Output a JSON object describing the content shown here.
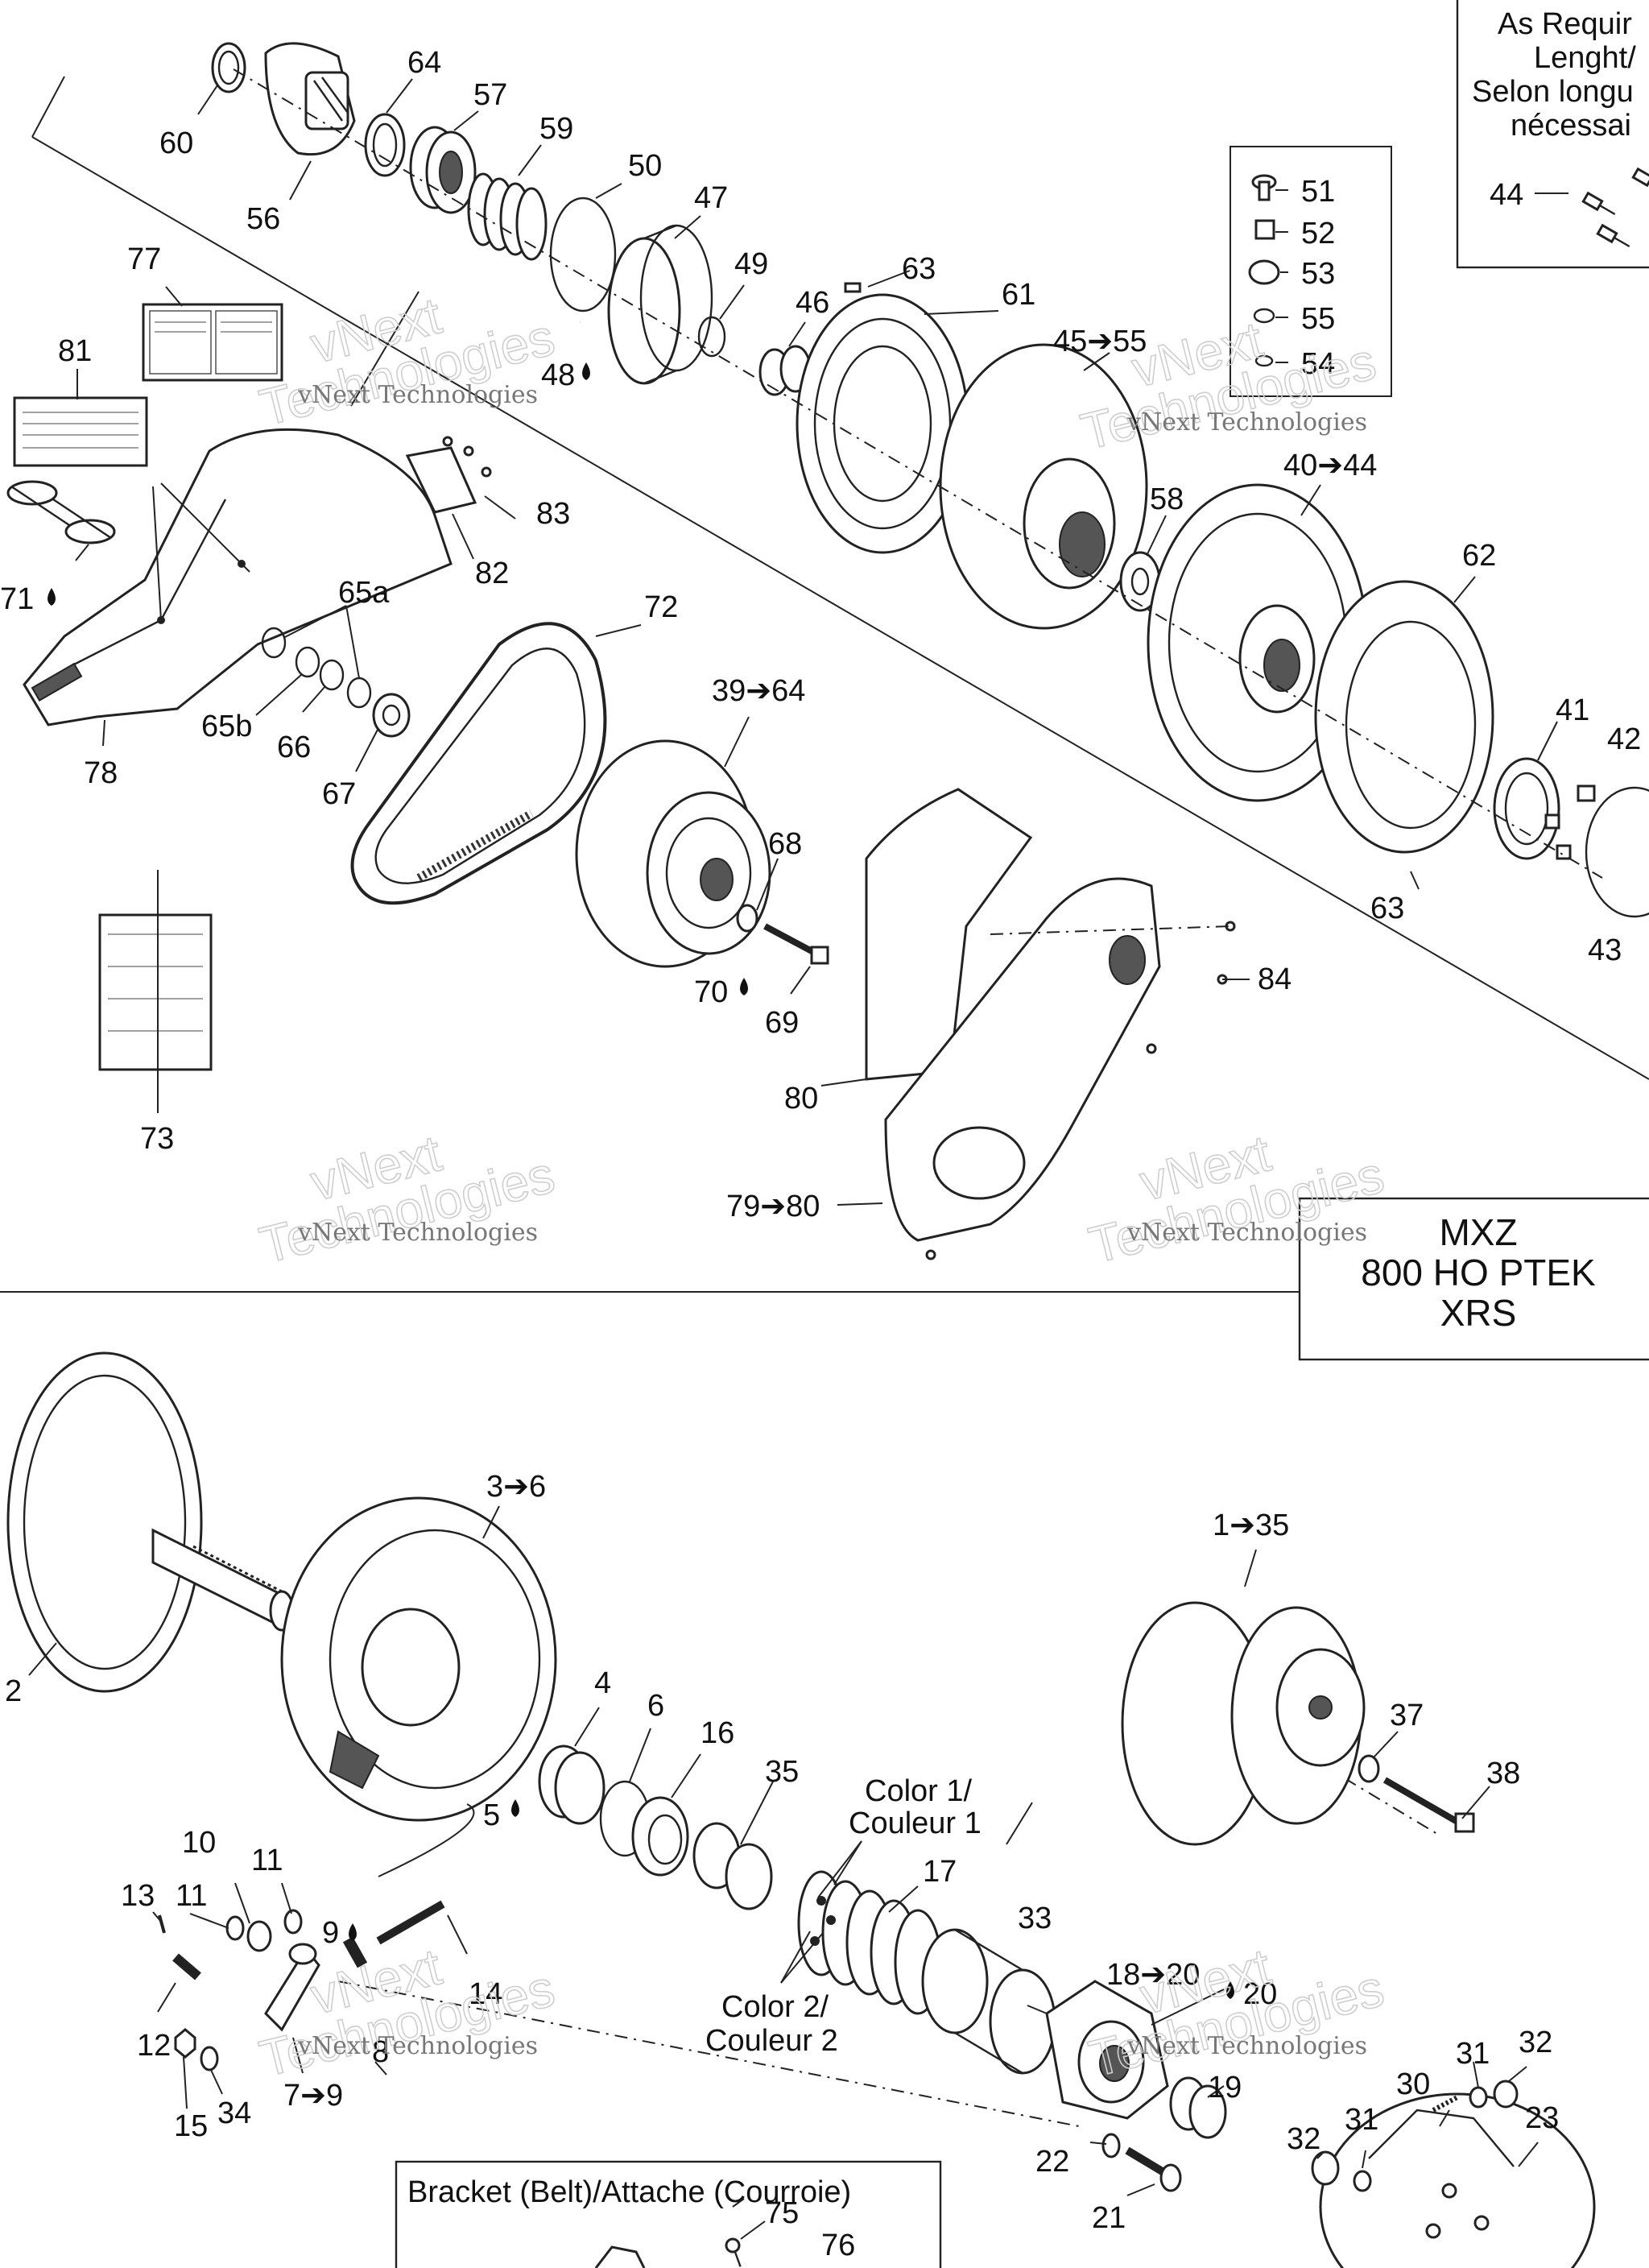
{
  "model_box": {
    "lines": [
      "MXZ",
      "800 HO PTEK",
      "XRS"
    ]
  },
  "requirement_box": {
    "lines": [
      "As Requir",
      "Lenght/",
      "Selon longu",
      "nécessai"
    ]
  },
  "bracket_box": {
    "title": "Bracket (Belt)/Attache (Courroie)"
  },
  "spring_color_labels": {
    "color1": [
      "Color 1/",
      "Couleur 1"
    ],
    "color2": [
      "Color 2/",
      "Couleur 2"
    ]
  },
  "watermark": {
    "small": "vNext Technologies",
    "big_top": "vNext",
    "big_bottom": "Technologies"
  },
  "callouts": {
    "c60": "60",
    "c56": "56",
    "c64a": "64",
    "c57": "57",
    "c59": "59",
    "c50": "50",
    "c47": "47",
    "c49": "49",
    "c48": "48",
    "c46": "46",
    "c63a": "63",
    "c61": "61",
    "c45": "45➔55",
    "c51": "51",
    "c52": "52",
    "c53": "53",
    "c55": "55",
    "c54": "54",
    "c44": "44",
    "c40": "40➔44",
    "c58": "58",
    "c62": "62",
    "c41": "41",
    "c42": "42",
    "c43": "43",
    "c63b": "63",
    "c77": "77",
    "c81": "81",
    "c83": "83",
    "c82": "82",
    "c71": "71",
    "c65a": "65a",
    "c65b": "65b",
    "c66": "66",
    "c67": "67",
    "c78": "78",
    "c72": "72",
    "c39": "39➔64",
    "c68": "68",
    "c70": "70",
    "c69": "69",
    "c84": "84",
    "c80": "80",
    "c79": "79➔80",
    "c73": "73",
    "c3": "3➔6",
    "c2": "2",
    "c1": "1➔35",
    "c4": "4",
    "c6": "6",
    "c16": "16",
    "c35": "35",
    "c5": "5",
    "c37": "37",
    "c38": "38",
    "c17": "17",
    "c33": "33",
    "c10": "10",
    "c11a": "11",
    "c11b": "11",
    "c13": "13",
    "c9": "9",
    "c14": "14",
    "c12": "12",
    "c8": "8",
    "c15": "15",
    "c34": "34",
    "c7": "7➔9",
    "c18": "18➔20",
    "c20": "20",
    "c19": "19",
    "c30": "30",
    "c31a": "31",
    "c32a": "32",
    "c23": "23",
    "c32b": "32",
    "c31b": "31",
    "c22": "22",
    "c21": "21",
    "c75": "75",
    "c76": "76"
  }
}
